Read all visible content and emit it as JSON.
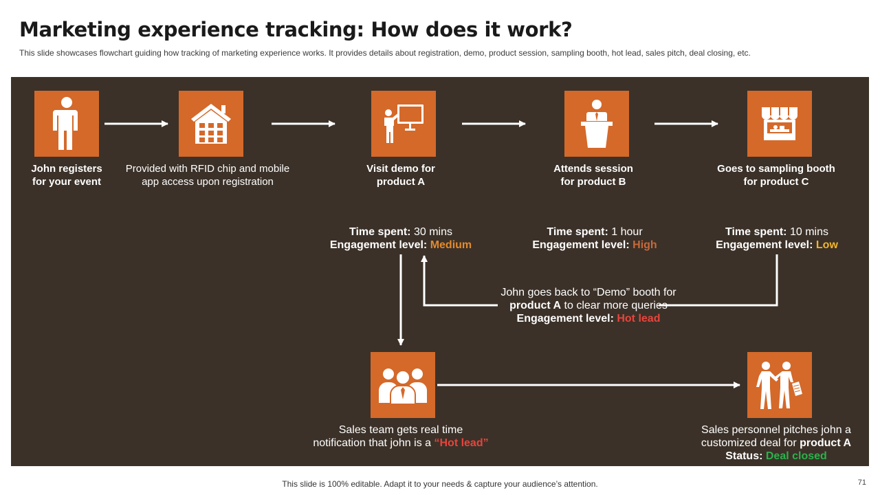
{
  "title": "Marketing experience tracking: How does it work?",
  "subtitle": "This slide showcases flowchart guiding how tracking of marketing experience works. It provides details about registration, demo, product session, sampling booth, hot lead, sales pitch, deal closing, etc.",
  "colors": {
    "panel": "#3b3128",
    "icon_box": "#d4692a",
    "medium": "#e28a2e",
    "high": "#c8693a",
    "low": "#f3b52c",
    "hot_lead": "#e8443d",
    "deal_closed": "#2bb24c"
  },
  "steps": [
    {
      "icon": "person-icon",
      "line1": "John registers",
      "line2": "for your event"
    },
    {
      "icon": "building-icon",
      "line1": "Provided with RFID chip and mobile",
      "line2": "app access upon registration"
    },
    {
      "icon": "presentation-icon",
      "line1": "Visit demo for",
      "line2": "product A"
    },
    {
      "icon": "podium-speaker-icon",
      "line1": "Attends session",
      "line2": "for product B"
    },
    {
      "icon": "booth-icon",
      "line1": "Goes to sampling booth",
      "line2": "for product C"
    }
  ],
  "metrics": [
    {
      "time_label": "Time spent:",
      "time_value": "30 mins",
      "level_label": "Engagement level:",
      "level_value": "Medium"
    },
    {
      "time_label": "Time spent:",
      "time_value": "1 hour",
      "level_label": "Engagement level:",
      "level_value": "High"
    },
    {
      "time_label": "Time spent:",
      "time_value": "10 mins",
      "level_label": "Engagement level:",
      "level_value": "Low"
    }
  ],
  "return_note": {
    "line1": "John goes back to “Demo” booth for",
    "line2_bold": "product A",
    "line2_rest": " to clear more queries",
    "line3_label": "Engagement level:",
    "line3_value": "Hot lead"
  },
  "sales_team": {
    "icon": "team-icon",
    "line1": "Sales team gets real time",
    "line2_prefix": "notification that john is a ",
    "line2_highlight": "“Hot lead”"
  },
  "sales_pitch": {
    "icon": "handshake-icon",
    "line1": "Sales personnel pitches john a",
    "line2_prefix": "customized deal for ",
    "line2_bold": "product A",
    "line3_label": "Status:",
    "line3_value": "Deal closed"
  },
  "footer": "This slide is 100% editable. Adapt it to your needs & capture your audience’s attention.",
  "page_number": "71"
}
